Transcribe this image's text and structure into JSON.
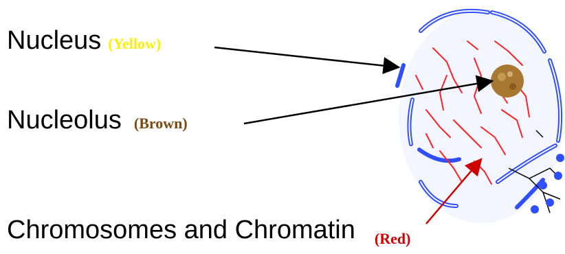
{
  "labels": {
    "nucleus": {
      "name": "Nucleus",
      "color_note": "(Yellow)",
      "color": "#ffee00"
    },
    "nucleolus": {
      "name": "Nucleolus",
      "color_note": "(Brown)",
      "color": "#7a4a10"
    },
    "chromosomes": {
      "name": "Chromosomes and Chromatin",
      "color_note": "(Red)",
      "color": "#d40000"
    }
  },
  "colors": {
    "nuclear_envelope": "#2f4fff",
    "chromatin": "#ff2020",
    "nucleolus_fill": "#a87830",
    "arrow_black": "#000000",
    "arrow_red": "#cc0000"
  }
}
